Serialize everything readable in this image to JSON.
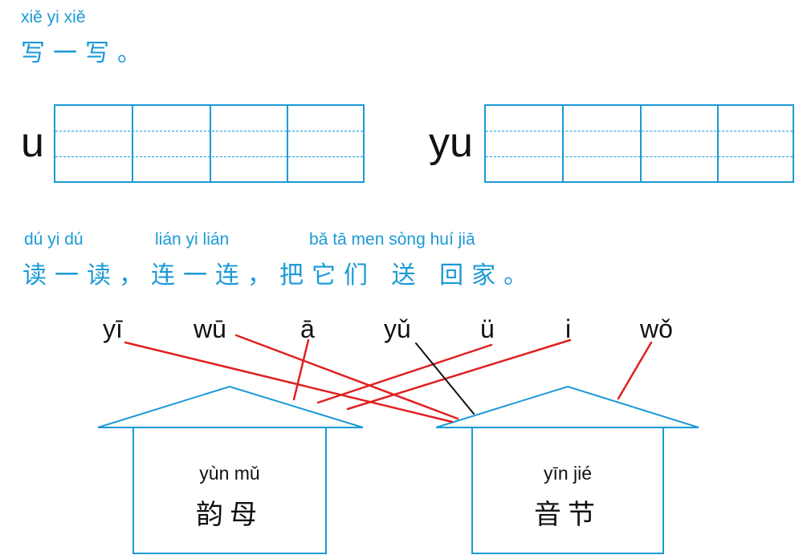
{
  "section1": {
    "pinyin": "xiě yi xiě",
    "title": "写一写。"
  },
  "writing": [
    {
      "letter": "u"
    },
    {
      "letter": "yu"
    }
  ],
  "section2": {
    "pinyin": [
      "dú yi dú",
      "lián yi lián",
      "bǎ tā men sòng huí jiā"
    ],
    "title": "读一读，连一连，把它们 送 回家。"
  },
  "syllables": [
    "yī",
    "wū",
    "ā",
    "yǔ",
    "ü",
    "i",
    "wǒ"
  ],
  "houses": [
    {
      "pinyin": "yùn mǔ",
      "label": "韵母"
    },
    {
      "pinyin": "yīn jié",
      "label": "音节"
    }
  ],
  "colors": {
    "accent": "#1b9ad6",
    "line_red": "#e02020",
    "line_black": "#111111"
  }
}
